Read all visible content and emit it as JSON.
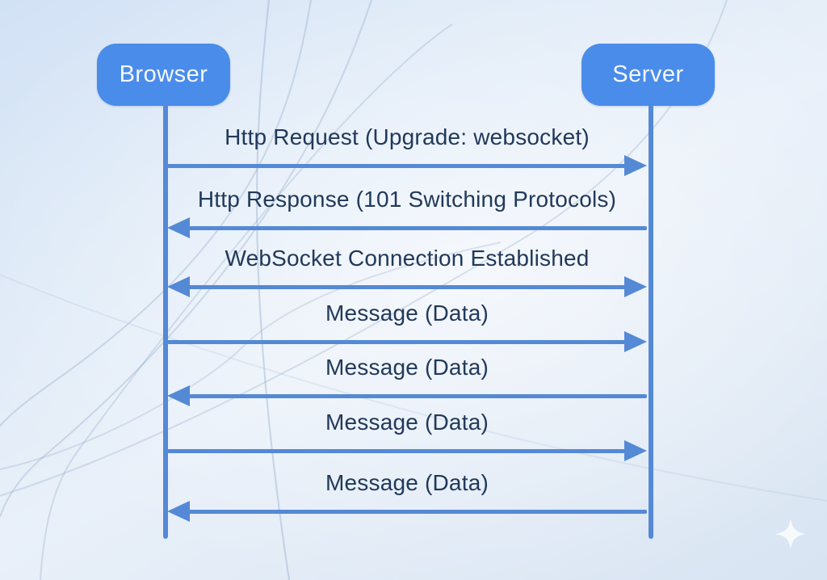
{
  "diagram": {
    "actors": [
      {
        "label": "Browser"
      },
      {
        "label": "Server"
      }
    ],
    "messages": [
      {
        "label": "Http Request (Upgrade: websocket)",
        "direction": "right"
      },
      {
        "label": "Http Response (101 Switching Protocols)",
        "direction": "left"
      },
      {
        "label": "WebSocket Connection Established",
        "direction": "both"
      },
      {
        "label": "Message (Data)",
        "direction": "right"
      },
      {
        "label": "Message (Data)",
        "direction": "left"
      },
      {
        "label": "Message (Data)",
        "direction": "right"
      },
      {
        "label": "Message (Data)",
        "direction": "left"
      }
    ],
    "colors": {
      "actor_fill": "#4a8ce9",
      "actor_text": "#f4f8ff",
      "line": "#5489d5",
      "label_text": "#21395a"
    },
    "icons": {
      "sparkle": "four-point-star"
    }
  }
}
